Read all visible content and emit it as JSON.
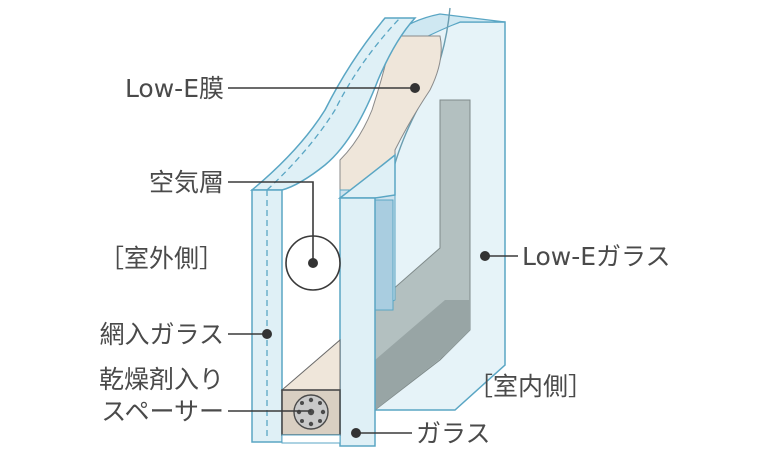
{
  "labels": {
    "low_e_film": "Low-E膜",
    "air_layer": "空気層",
    "outdoor_side": "［室外側］",
    "wired_glass": "網入ガラス",
    "desiccant_spacer_line1": "乾燥剤入り",
    "desiccant_spacer_line2": "スペーサー",
    "low_e_glass": "Low-Eガラス",
    "indoor_side": "［室内側］",
    "glass": "ガラス"
  },
  "colors": {
    "glass_fill": "#dff0f6",
    "glass_edge": "#5aa6c4",
    "pane_fill": "#b7c4c4",
    "pane_shadow": "#8f9b9b",
    "spacer_fill": "#efe6da",
    "spacer_edge": "#5a5a5a",
    "leader": "#3a3a3a",
    "text": "#4a4a4a"
  }
}
